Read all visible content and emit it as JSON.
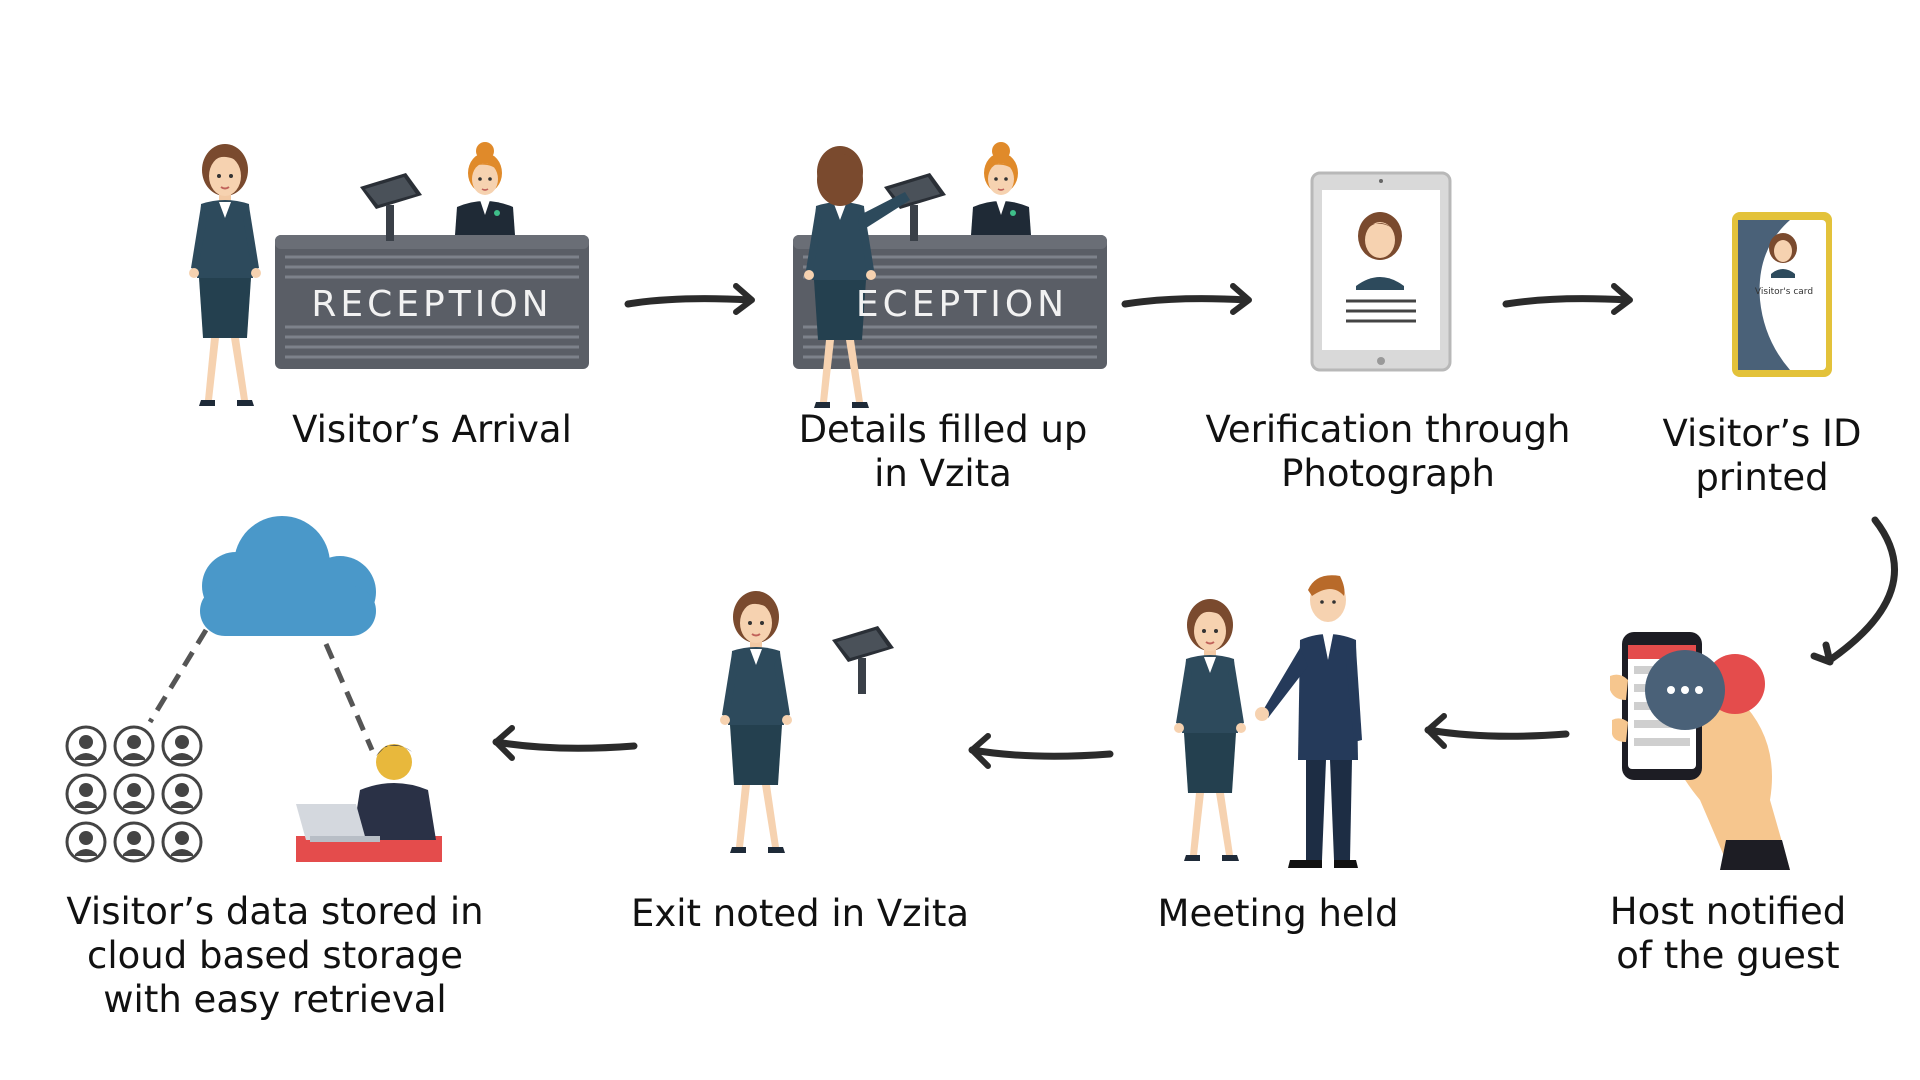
{
  "steps": [
    {
      "id": "arrival",
      "lines": [
        "Visitor’s Arrival"
      ]
    },
    {
      "id": "details",
      "lines": [
        "Details filled up",
        "in Vzita"
      ]
    },
    {
      "id": "verification",
      "lines": [
        "Verification through",
        "Photograph"
      ]
    },
    {
      "id": "id_printed",
      "lines": [
        "Visitor’s ID",
        "printed"
      ]
    },
    {
      "id": "host_notified",
      "lines": [
        "Host notified",
        "of the guest"
      ]
    },
    {
      "id": "meeting",
      "lines": [
        "Meeting held"
      ]
    },
    {
      "id": "exit",
      "lines": [
        "Exit noted in Vzita"
      ]
    },
    {
      "id": "stored",
      "lines": [
        "Visitor’s data stored in",
        "cloud based storage",
        "with  easy retrieval"
      ]
    }
  ],
  "reception_sign": "RECEPTION",
  "reception_sign_partial": "ECEPTION",
  "id_card_text": "Visitor's card",
  "colors": {
    "suit": "#2d4a5c",
    "desk": "#5a5e66",
    "hair_brown": "#7a4a2e",
    "hair_orange": "#e08a2a",
    "cloud": "#4a98c9",
    "badge_gold": "#e3c23a",
    "notify_red": "#e44c4c",
    "host_suit": "#253a5a"
  }
}
